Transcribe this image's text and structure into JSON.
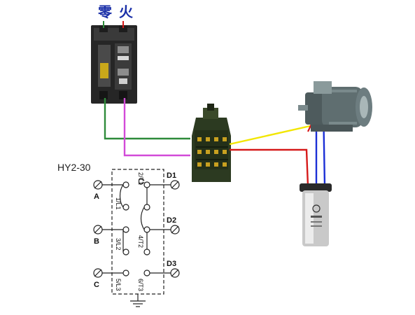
{
  "top_labels": {
    "neutral": "零",
    "live": "火"
  },
  "model": "HY2-30",
  "switch_diagram": {
    "left_terminals": [
      "A",
      "B",
      "C"
    ],
    "right_terminals": [
      "D1",
      "D2",
      "D3"
    ],
    "left_contacts": [
      "1/L1",
      "3/L2",
      "5/L3"
    ],
    "right_contacts": [
      "2/T1",
      "4/T2",
      "6/T3"
    ]
  },
  "colors": {
    "neutral_wire": "#2e8b3a",
    "live_wire": "#d24ad8",
    "yellow_wire": "#f2e600",
    "red_wire": "#d61a1a",
    "blue_wire": "#1b2fd6",
    "title": "#1a2fa8"
  }
}
